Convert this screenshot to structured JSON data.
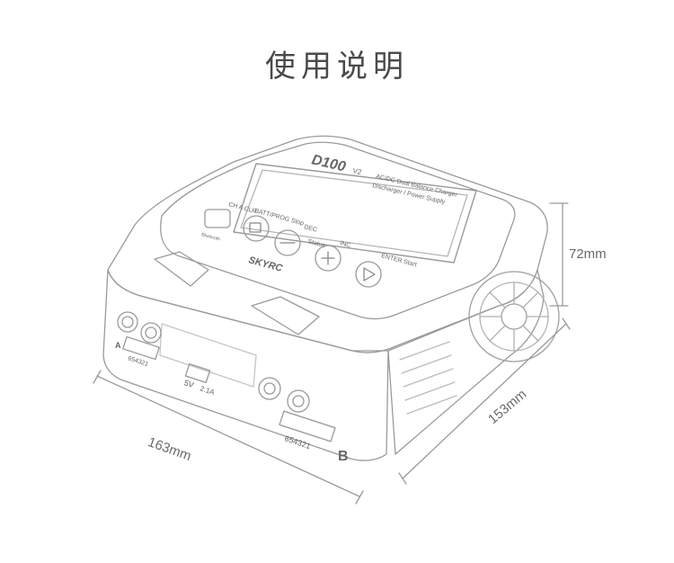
{
  "title": "使用说明",
  "product": {
    "model": "D100",
    "model_suffix": "V2",
    "subtitle_line1": "AC/DC Dual Balance Charger",
    "subtitle_line2": "Discharger / Power Supply",
    "brand": "SKYRC",
    "bluetooth": "Bluetooth"
  },
  "buttons": [
    {
      "label": "CH A\nCLR",
      "icon": "channel-switch-icon"
    },
    {
      "label": "BATT/PROG\nStop",
      "icon": "square-icon"
    },
    {
      "label": "DEC",
      "sub": "Status",
      "icon": "minus-icon"
    },
    {
      "label": "INC",
      "icon": "plus-icon"
    },
    {
      "label": "ENTER\nStart",
      "icon": "play-icon"
    }
  ],
  "ports": {
    "usb_label": "5V",
    "usb_current": "2.1A",
    "balance_pins": "654321",
    "channel_a": "A",
    "channel_b": "B"
  },
  "dimensions": {
    "height": "72mm",
    "width": "163mm",
    "depth": "153mm"
  }
}
